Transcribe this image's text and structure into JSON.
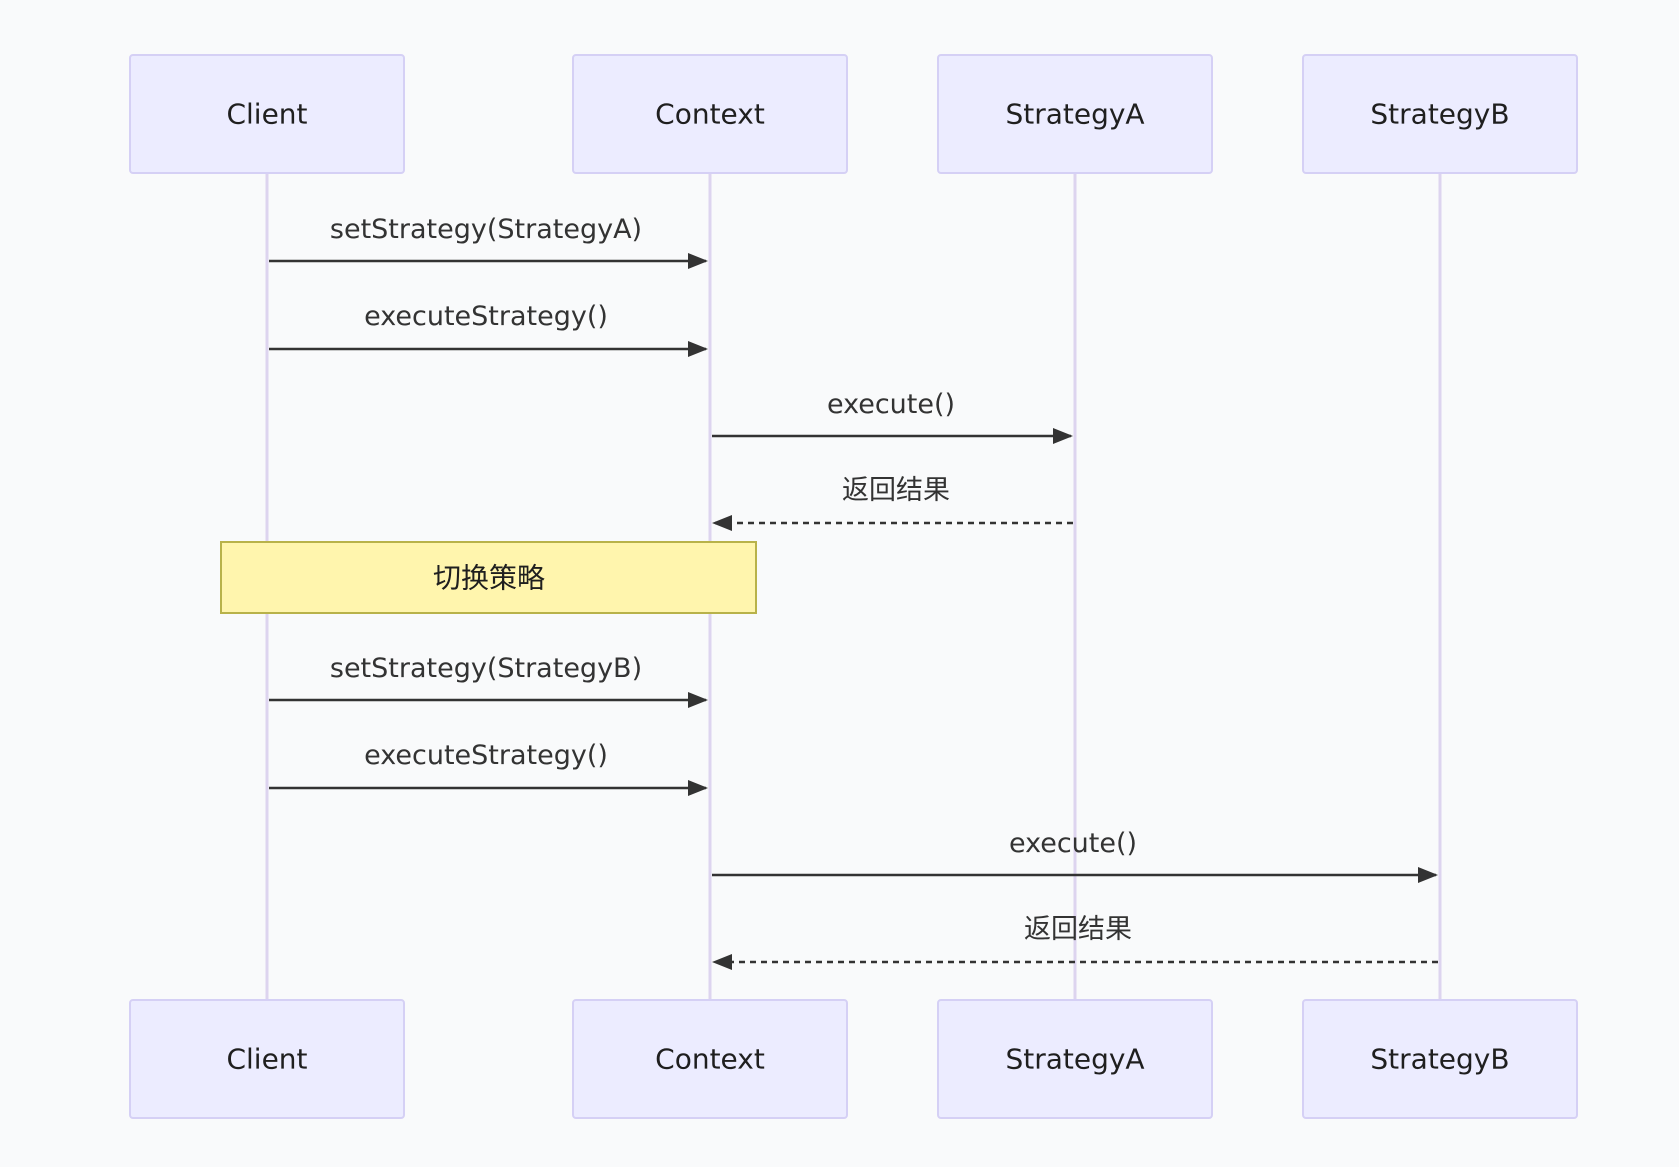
{
  "diagram": {
    "type": "sequence",
    "actors": [
      {
        "id": "client",
        "label": "Client"
      },
      {
        "id": "context",
        "label": "Context"
      },
      {
        "id": "strategyA",
        "label": "StrategyA"
      },
      {
        "id": "strategyB",
        "label": "StrategyB"
      }
    ],
    "messages": [
      {
        "from": "client",
        "to": "context",
        "label": "setStrategy(StrategyA)",
        "style": "solid"
      },
      {
        "from": "client",
        "to": "context",
        "label": "executeStrategy()",
        "style": "solid"
      },
      {
        "from": "context",
        "to": "strategyA",
        "label": "execute()",
        "style": "solid"
      },
      {
        "from": "strategyA",
        "to": "context",
        "label": "返回结果",
        "style": "dashed"
      },
      {
        "from": "client",
        "to": "context",
        "label": "setStrategy(StrategyB)",
        "style": "solid"
      },
      {
        "from": "client",
        "to": "context",
        "label": "executeStrategy()",
        "style": "solid"
      },
      {
        "from": "context",
        "to": "strategyB",
        "label": "execute()",
        "style": "solid"
      },
      {
        "from": "strategyB",
        "to": "context",
        "label": "返回结果",
        "style": "dashed"
      }
    ],
    "note": {
      "label": "切换策略",
      "over": [
        "client",
        "context"
      ]
    },
    "colors": {
      "background": "#f9fafb",
      "actor_fill": "#ececff",
      "actor_border": "#d5d0f5",
      "lifeline": "#ddd4ef",
      "arrow": "#333333",
      "note_fill": "#fff5ad",
      "note_border": "#b8b24a"
    }
  }
}
